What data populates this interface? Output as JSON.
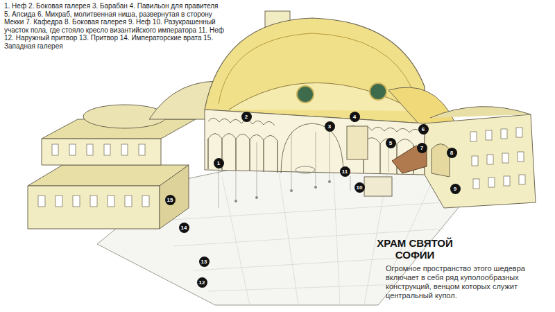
{
  "diagram": {
    "title": "ХРАМ СВЯТОЙ СОФИИ",
    "caption": "Огромное пространство этого шедевра включает в себя ряд куполообразных конструкций, венцом которых служит центральный купол.",
    "labels": [
      "1. Неф",
      "2. Боковая галерея",
      "3. Барабан",
      "4. Павильон для правителя",
      "5. Апсида",
      "6. Михраб, молитвенная ниша, развернутая в сторону Мекки",
      "7. Кафедра",
      "8. Боковая галерея",
      "9. Неф",
      "10. Разукрашенный участок пола, где стояло кресло византийского императора",
      "11. Неф",
      "12. Наружный притвор",
      "13. Притвор",
      "14. Императорские врата",
      "15. Западная галерея",
      "1",
      "2",
      "3",
      "4",
      "5",
      "6",
      "7",
      "8",
      "9",
      "10",
      "11",
      "12",
      "13",
      "14",
      "15"
    ]
  }
}
